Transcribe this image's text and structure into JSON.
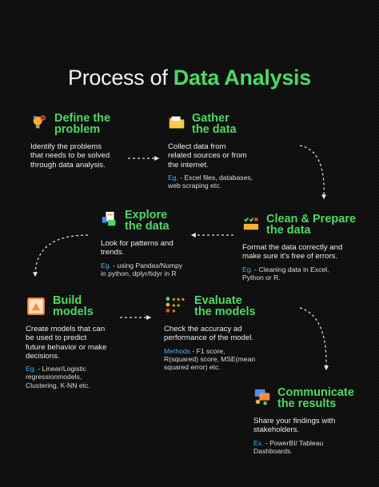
{
  "title": {
    "prefix": "Process of ",
    "highlight": "Data Analysis"
  },
  "steps": [
    {
      "id": "define",
      "name": [
        "Define the",
        "problem"
      ],
      "desc": [
        "Identify the problems",
        "that needs to be solved",
        "through data analysis."
      ],
      "example_label": "",
      "example": [],
      "icon": "lightbulb-gear-icon"
    },
    {
      "id": "gather",
      "name": [
        "Gather",
        "the data"
      ],
      "desc": [
        "Collect data from",
        "related sources or from",
        "the internet."
      ],
      "example_label": "Eg.",
      "example": [
        "Excel files, databases,",
        "web scraping etc."
      ],
      "icon": "folder-icon"
    },
    {
      "id": "clean",
      "name": [
        "Clean & Prepare",
        "the data"
      ],
      "desc": [
        "Format the data correctly and",
        "make sure it's free of errors."
      ],
      "example_label": "Eg.",
      "example": [
        "Cleaning data in Excel,",
        "Python or R."
      ],
      "icon": "checklist-icon"
    },
    {
      "id": "explore",
      "name": [
        "Explore",
        "the data"
      ],
      "desc": [
        "Look for patterns and",
        "trends."
      ],
      "example_label": "Eg.",
      "example": [
        "using Pandas/Numpy",
        "in python, dplyr/tidyr in R"
      ],
      "icon": "explore-data-icon"
    },
    {
      "id": "build",
      "name": [
        "Build",
        "models"
      ],
      "desc": [
        "Create models that can",
        "be used to predict",
        "future behavior or make",
        "decisions."
      ],
      "example_label": "Eg.",
      "example": [
        "Linear/Logistic",
        "regressionmodels,",
        "Clustering, K-NN etc."
      ],
      "icon": "model-icon"
    },
    {
      "id": "evaluate",
      "name": [
        "Evaluate",
        "the models"
      ],
      "desc": [
        "Check the accuracy ad",
        "performance of the model."
      ],
      "example_label": "Methods",
      "example": [
        "F1 score,",
        "R(squared) score, MSE(mean",
        "squared error) etc."
      ],
      "icon": "rating-stars-icon"
    },
    {
      "id": "communicate",
      "name": [
        "Communicate",
        "the results"
      ],
      "desc": [
        "Share your findings with",
        "stakeholders."
      ],
      "example_label": "Ex.",
      "example": [
        "PowerBI/ Tableau",
        "Dashboards."
      ],
      "icon": "presentation-icon"
    }
  ],
  "colors": {
    "accent": "#4cd964",
    "example_label": "#3fb3ff",
    "background": "#0e0e0e"
  }
}
